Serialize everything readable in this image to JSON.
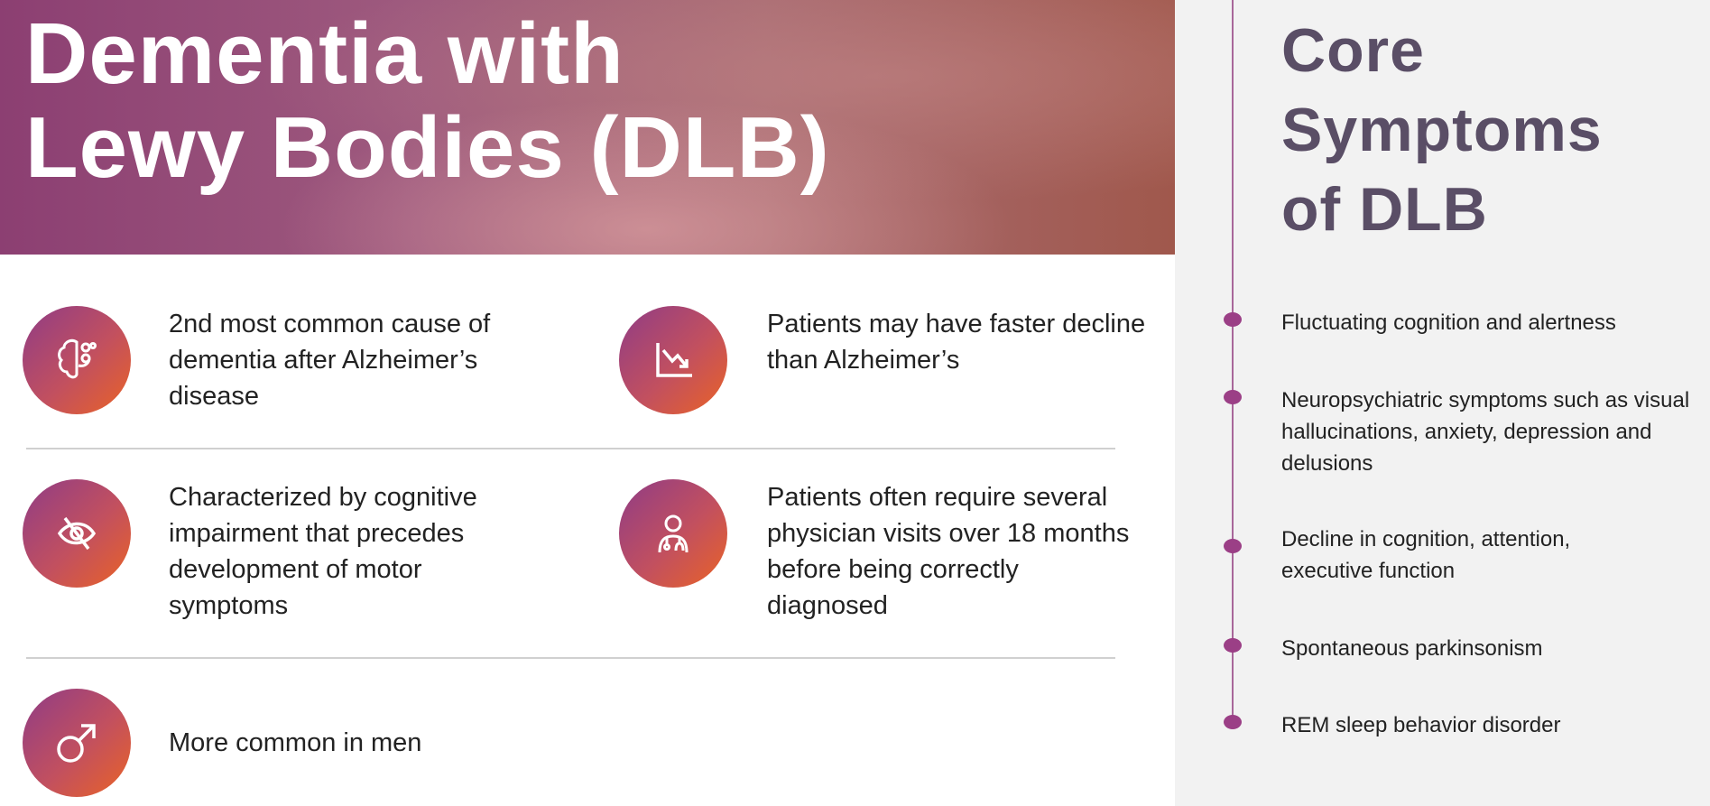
{
  "title": "Dementia with Lewy Bodies (DLB)",
  "facts": [
    {
      "icon": "brain-icon",
      "text": "2nd most common cause of dementia after Alzheimer’s disease"
    },
    {
      "icon": "declining-chart-icon",
      "text": "Patients may have faster decline than Alzheimer’s"
    },
    {
      "icon": "eye-slash-icon",
      "text": "Characterized by cognitive impairment that precedes development of motor symptoms"
    },
    {
      "icon": "doctor-icon",
      "text": "Patients often require several physician visits over 18 months before being correctly diagnosed"
    },
    {
      "icon": "male-symbol-icon",
      "text": "More common in men"
    }
  ],
  "core": {
    "title": "Core Symptoms of DLB",
    "items": [
      "Fluctuating cognition and alertness",
      "Neuropsychiatric symptoms such as visual hallucinations, anxiety, depression and delusions",
      "Decline in cognition, attention, executive function",
      "Spontaneous parkinsonism",
      "REM sleep behavior disorder"
    ]
  },
  "colors": {
    "accent": "#9b3f86",
    "orange": "#ea6325",
    "heading": "#5a4e66"
  }
}
